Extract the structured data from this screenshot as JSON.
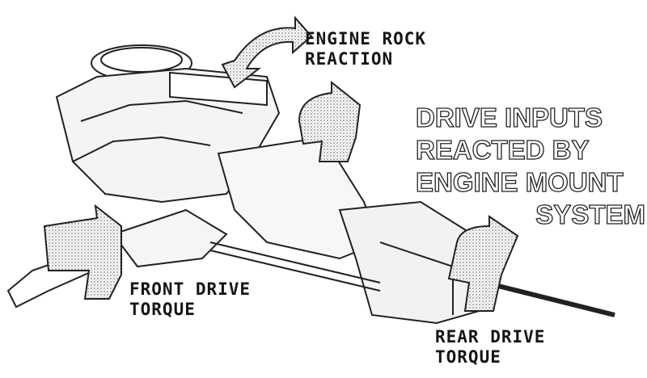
{
  "labels": {
    "engine_rock": [
      "ENGINE ROCK",
      "REACTION"
    ],
    "front_drive": [
      "FRONT DRIVE",
      "TORQUE"
    ],
    "rear_drive": [
      "REAR DRIVE",
      "TORQUE"
    ]
  },
  "title": [
    "DRIVE INPUTS",
    "REACTED BY",
    "ENGINE MOUNT",
    "SYSTEM"
  ]
}
